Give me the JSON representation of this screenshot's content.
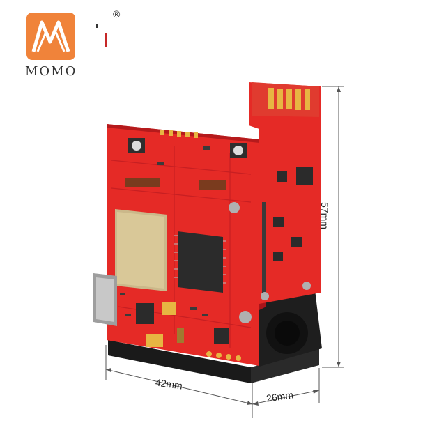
{
  "brand": {
    "name": "MOMO",
    "registered_mark": "®",
    "accent_color": "#f0833a"
  },
  "dimensions": {
    "width": "42mm",
    "depth": "26mm",
    "height": "57mm"
  },
  "colors": {
    "pcb_red": "#e52a26",
    "pcb_dark": "#a9141a",
    "chip": "#2b2b2b",
    "shield": "#cbb88a",
    "gold": "#e7b542",
    "housing": "#1f1f1f"
  }
}
